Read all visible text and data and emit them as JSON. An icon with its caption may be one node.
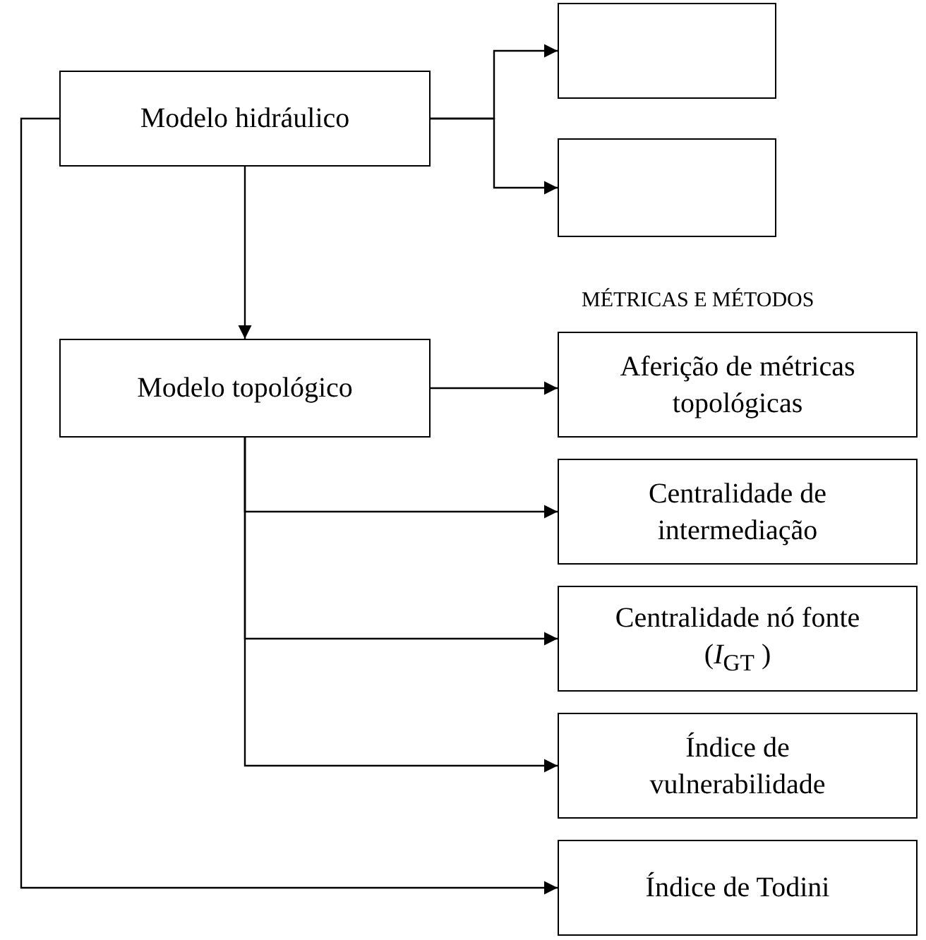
{
  "diagram": {
    "nodes": [
      {
        "text": [
          "Modelo hidráulico"
        ]
      },
      {
        "text": [],
        "shape": "box"
      },
      {
        "text": [],
        "shape": "box"
      },
      {
        "text": [
          "Modelo topológico"
        ]
      },
      {
        "text": [
          "Aferição de métricas topológicas"
        ]
      },
      {
        "text": [
          "Centralidade de intermediação"
        ]
      },
      {
        "text": [
          "Centralidade nó fonte (*I*$_{GT}$ )"
        ]
      },
      {
        "text": [
          "Índice de vulnerabilidade"
        ]
      },
      {
        "text": [
          "Índice de Todini"
        ]
      }
    ],
    "edges": [
      {
        "from": 0,
        "to": 1,
        "arrow": "to"
      },
      {
        "from": 0,
        "to": 2,
        "arrow": "to"
      },
      {
        "from": 0,
        "to": 3,
        "arrow": "to"
      },
      {
        "from": 3,
        "to": 4,
        "arrow": "to"
      },
      {
        "from": 3,
        "to": 5,
        "arrow": "to"
      },
      {
        "from": 3,
        "to": 6,
        "arrow": "to"
      },
      {
        "from": 3,
        "to": 7,
        "arrow": "to"
      },
      {
        "from": 0,
        "to": 8,
        "arrow": "to"
      }
    ],
    "labels": [
      "MÉTRICAS E MÉTODOS"
    ]
  }
}
